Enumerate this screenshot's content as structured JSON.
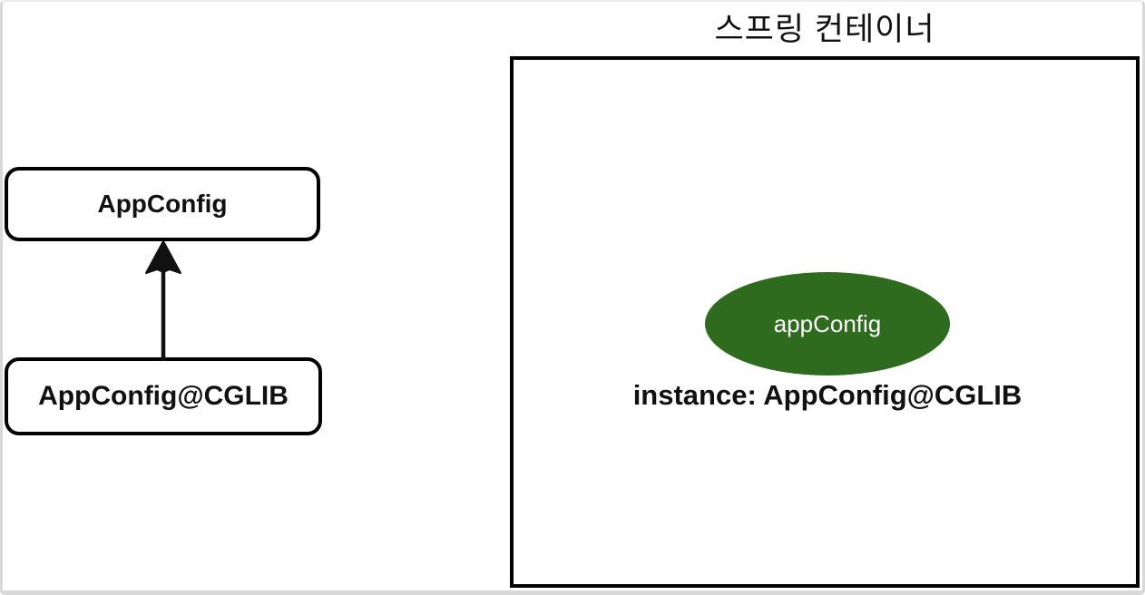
{
  "diagram": {
    "title": "스프링 컨테이너",
    "colors": {
      "box_border": "#000000",
      "arrow": "#111111",
      "bean_fill": "#2e6b1e",
      "bean_text": "#ffffff",
      "text": "#111111",
      "frame": "#d8d8d8"
    },
    "class_boxes": [
      {
        "label": "AppConfig"
      },
      {
        "label": "AppConfig@CGLIB"
      }
    ],
    "arrow": {
      "type": "inheritance-arrow-up",
      "from": "AppConfig@CGLIB",
      "to": "AppConfig"
    },
    "container": {
      "bean": {
        "name": "appConfig"
      },
      "instance_label": "instance: AppConfig@CGLIB"
    }
  }
}
